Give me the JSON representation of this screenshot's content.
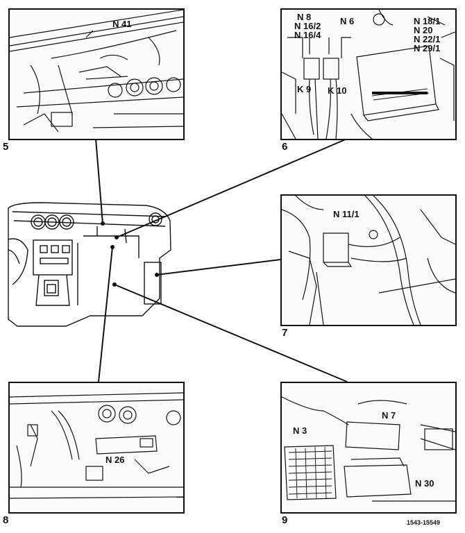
{
  "panels": {
    "p5": {
      "number": "5",
      "labels": [
        "N 41"
      ]
    },
    "p6": {
      "number": "6",
      "labels": [
        "N 8",
        "N 16/2",
        "N 16/4",
        "N 6",
        "K 9",
        "K 10",
        "N 18/1",
        "N 20",
        "N 22/1",
        "N 29/1"
      ]
    },
    "p7": {
      "number": "7",
      "labels": [
        "N 11/1"
      ]
    },
    "p8": {
      "number": "8",
      "labels": [
        "N 26"
      ]
    },
    "p9": {
      "number": "9",
      "labels": [
        "N 7",
        "N 3",
        "N 30"
      ]
    }
  },
  "reference_code": "1543-15549",
  "colors": {
    "line": "#111111",
    "background": "#ffffff"
  }
}
